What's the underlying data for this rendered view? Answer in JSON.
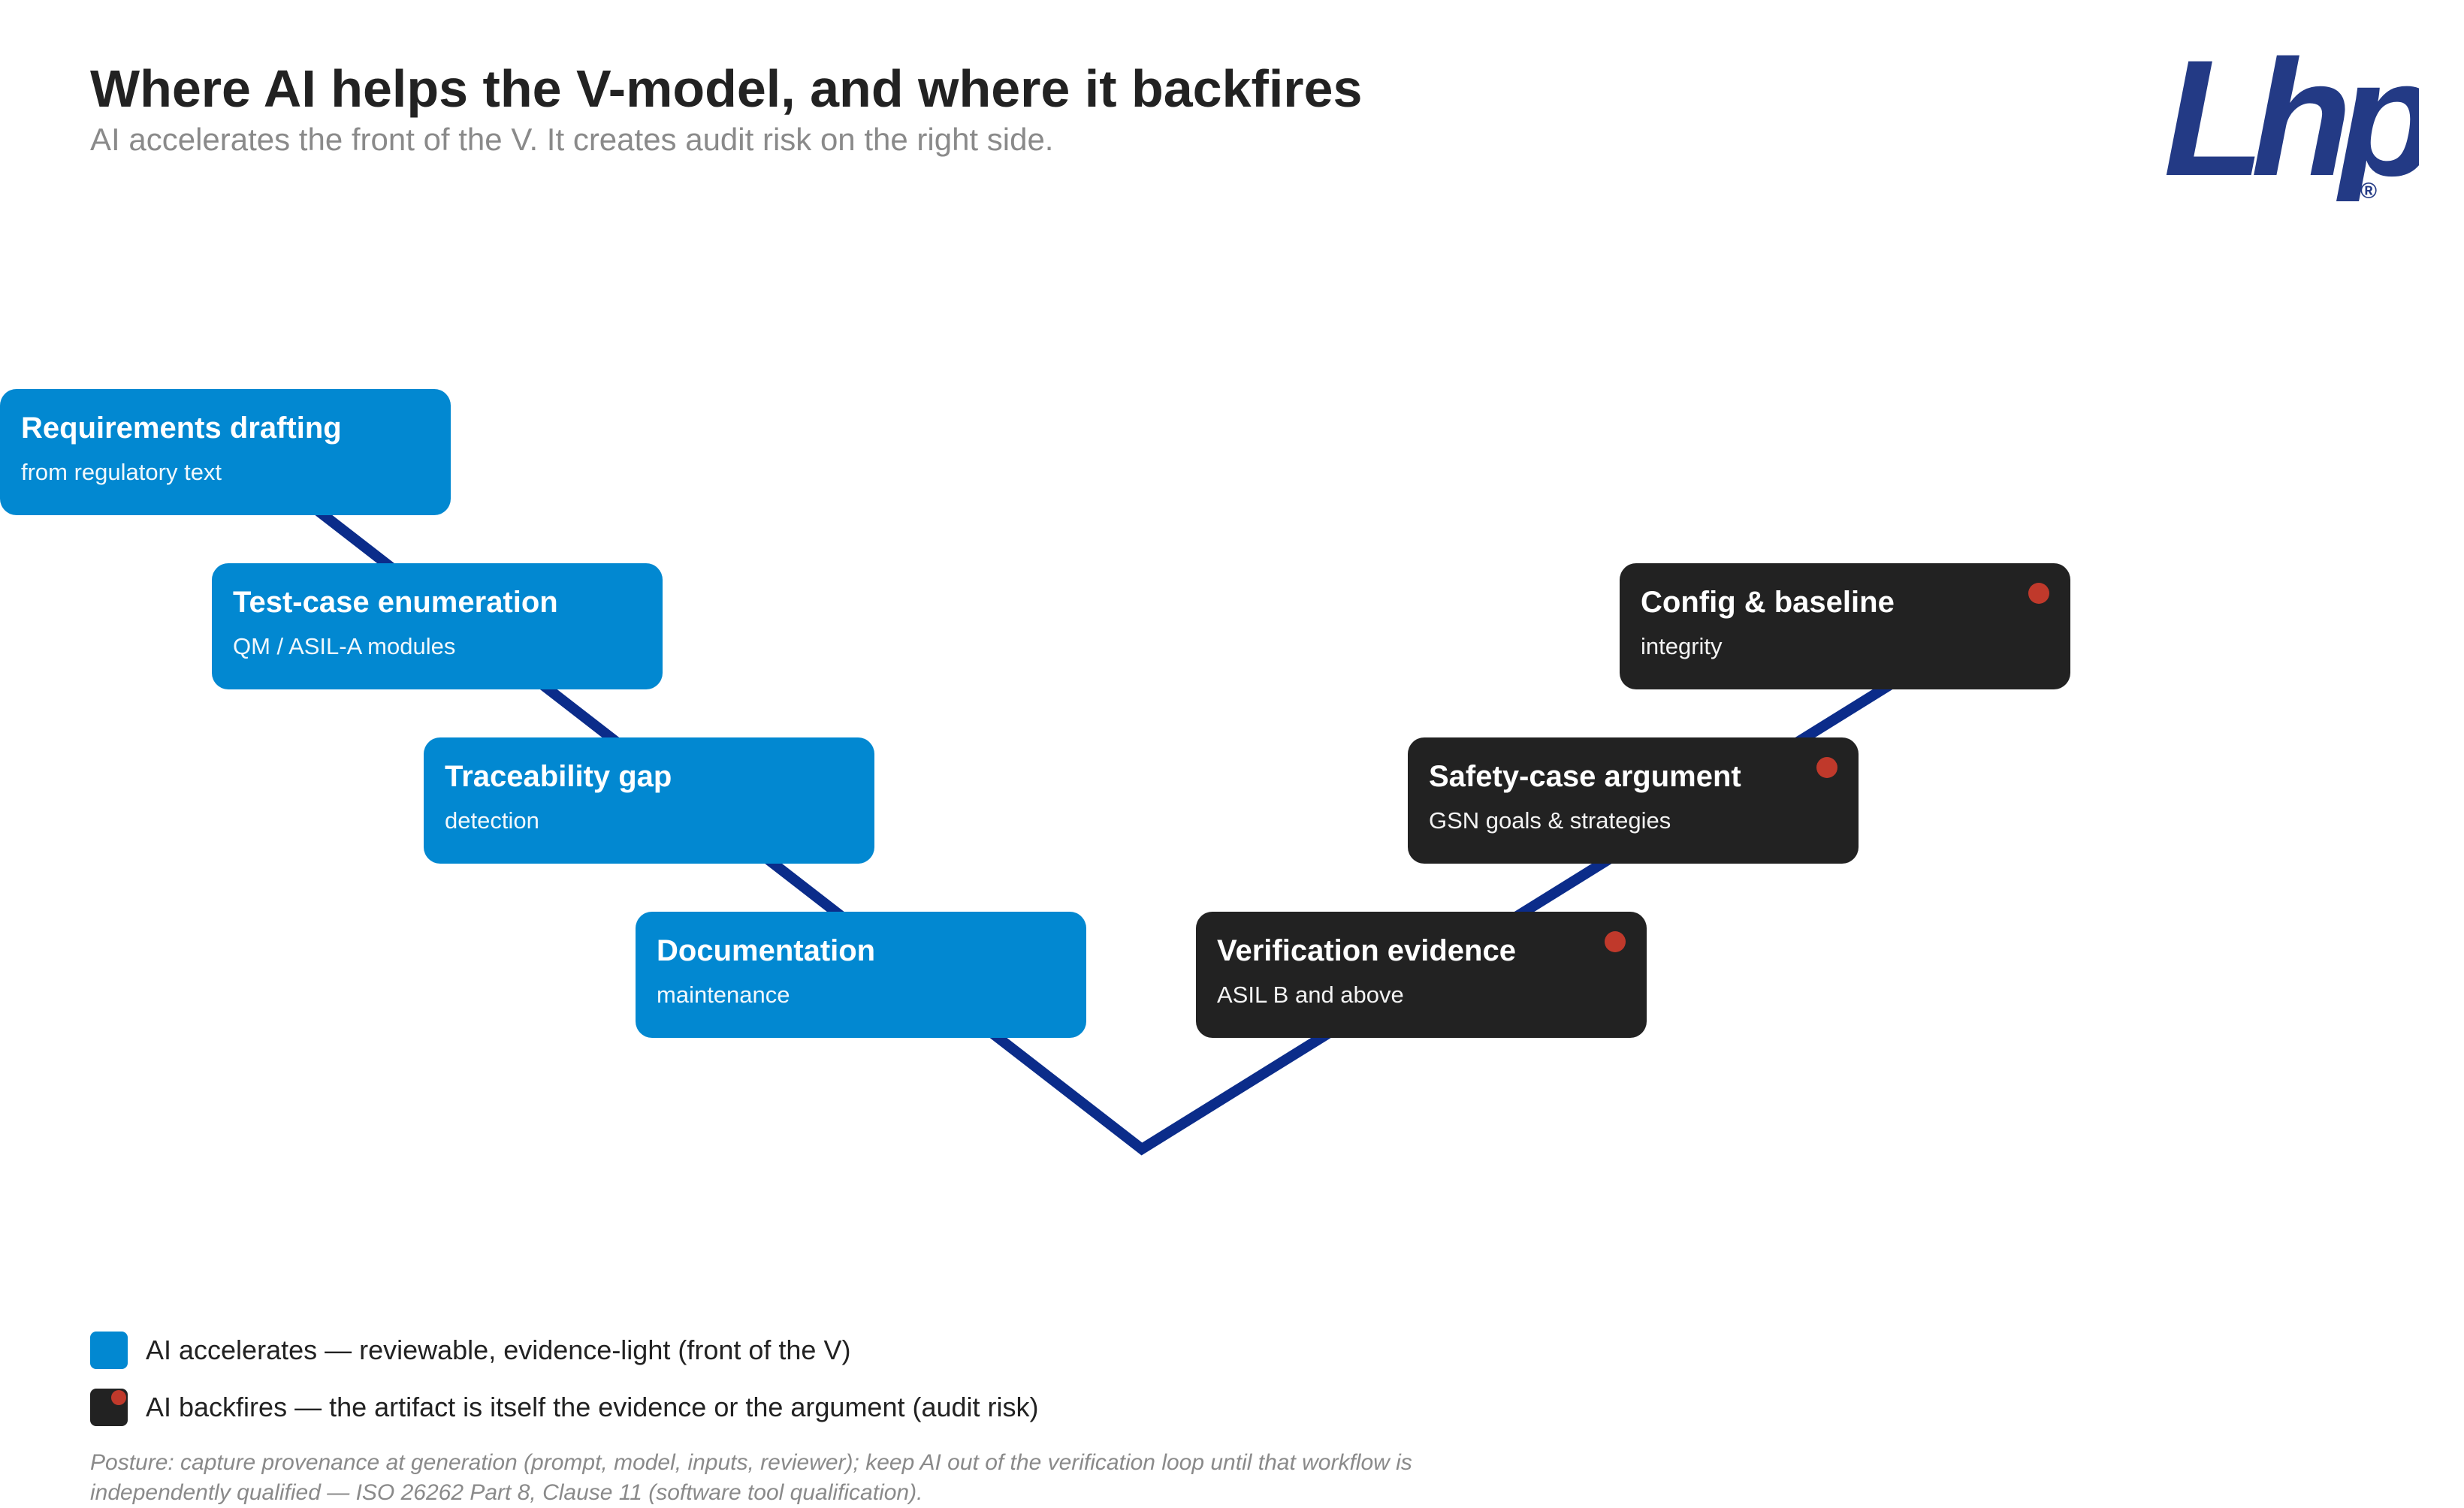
{
  "header": {
    "title": "Where AI helps the V-model, and where it backfires",
    "subtitle": "AI accelerates the front of the V. It creates audit risk on the right side."
  },
  "logo": {
    "text": "Lhp",
    "mark": "®",
    "color": "#233a85"
  },
  "colors": {
    "accelerate": "#0288d1",
    "backfire": "#222222",
    "risk_dot": "#c0392b",
    "v_line": "#0b2c8a"
  },
  "cards": {
    "requirements": {
      "title": "Requirements drafting",
      "subtitle": "from regulatory text"
    },
    "testcase": {
      "title": "Test-case enumeration",
      "subtitle": "QM / ASIL-A modules"
    },
    "traceability": {
      "title": "Traceability gap",
      "subtitle": "detection"
    },
    "documentation": {
      "title": "Documentation",
      "subtitle": "maintenance"
    },
    "verification": {
      "title": "Verification evidence",
      "subtitle": "ASIL B and above"
    },
    "safetycase": {
      "title": "Safety-case argument",
      "subtitle": "GSN goals & strategies"
    },
    "config": {
      "title": "Config & baseline",
      "subtitle": "integrity"
    }
  },
  "legend": {
    "accelerate": "AI accelerates — reviewable, evidence-light (front of the V)",
    "backfire": "AI backfires — the artifact is itself the evidence or the argument (audit risk)"
  },
  "footnote": "Posture: capture provenance at generation (prompt, model, inputs, reviewer); keep AI out of the verification loop until that workflow is independently qualified — ISO 26262 Part 8, Clause 11 (software tool qualification)."
}
